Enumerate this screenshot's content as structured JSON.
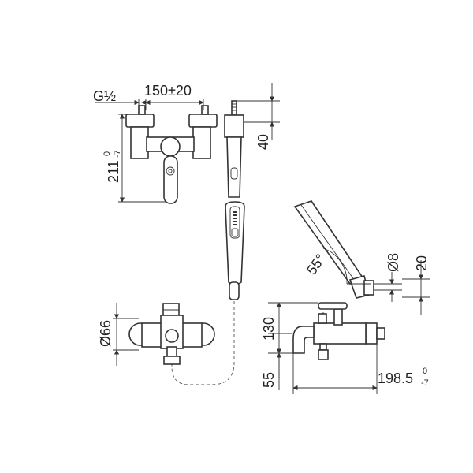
{
  "dimensions": {
    "thread": "G½",
    "center_distance": "150±20",
    "height_top_view": "211",
    "height_tol_upper": "0",
    "height_tol_lower": "-7",
    "holder_height": "40",
    "rosette_diameter": "Ø66",
    "angle": "55°",
    "pin_diameter": "Ø8",
    "holder_offset": "20",
    "body_height": "130",
    "spout_height": "55",
    "projection": "198.5",
    "projection_tol_upper": "0",
    "projection_tol_lower": "-7"
  }
}
